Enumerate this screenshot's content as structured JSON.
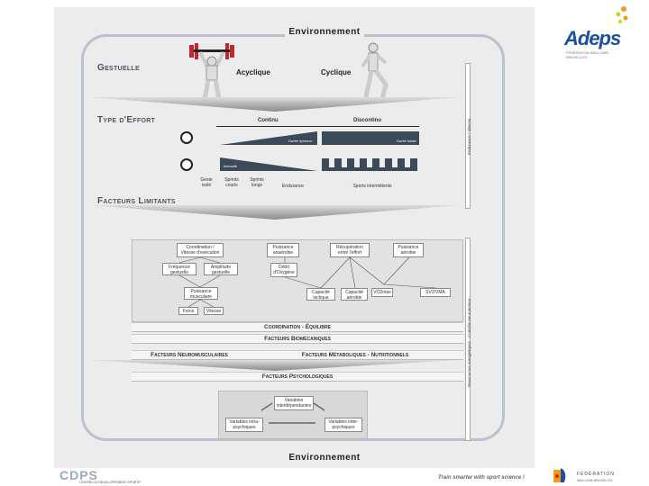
{
  "environment_top": "Environnement",
  "environment_bottom": "Environnement",
  "sections": {
    "gestuelle": "Gestuelle",
    "type_effort": "Type d'Effort",
    "facteurs_limitants": "Facteurs Limitants"
  },
  "gestuelle": {
    "acyclique": "Acyclique",
    "cyclique": "Cyclique"
  },
  "effort": {
    "continu": "Continu",
    "discontinu": "Discontinu",
    "band_top_label": "Durée épreuve",
    "band_top_right": "Durée totale",
    "band_bottom_label": "Intensité",
    "categories": [
      "Geste\nisolé",
      "Sprints\ncourts",
      "Sprints\nlongs",
      "Endurance",
      "Sports intermittents"
    ]
  },
  "limitants": {
    "coordination": "Coordination / Vitesse d'exécution",
    "frequence_gestuelle": "Fréquence gestuelle",
    "amplitude_gestuelle": "Amplitude gestuelle",
    "puissance_musculaire": "Puissance musculaire",
    "force": "Force",
    "vitesse": "Vitesse",
    "puissance_anaerobie": "Puissance anaérobie",
    "debit_oxygene": "Débit d'Oxygène",
    "recuperation": "Récupération entre l'effort",
    "puissance_aerobie": "Puissance aérobie",
    "capacite_lactique": "Capacité lactique",
    "capacite_aerobie": "Capacité aérobie",
    "vo2max": "VO2max",
    "seuil": "SV2/VMA"
  },
  "bars": {
    "coordination_bar": "Coordination - Équilibre",
    "biomecaniques": "Facteurs Biomécaniques",
    "neuromusculaires": "Facteurs Neuromusculaires",
    "metaboliques": "Facteurs Métaboliques - Nutritionnels",
    "psychologiques": "Facteurs Psychologiques"
  },
  "psycho": {
    "interdependantes": "Variables interdépendantes",
    "intra": "Variables intra-psychiques",
    "inter": "Variables inter-psychiques"
  },
  "side_labels": {
    "top": "Endurance / Vitesse",
    "bottom": "Ressources énergétiques - Contrôle neuromoteur"
  },
  "logos": {
    "adeps": "Adeps",
    "adeps_sub": "FÉDÉRATION WALLONIE-BRUXELLES",
    "cdps": "CDPS",
    "federation": "FÉDÉRATION",
    "federation_sub": "WALLONIE-BRUXELLES"
  },
  "footer": {
    "tagline": "Train smarter with sport science !",
    "cdps_sub": "CENTRE DU DÉVELOPPEMENT SPORTIF"
  },
  "colors": {
    "accent": "#3a4a58",
    "adeps_blue": "#1c4fa0",
    "adeps_orange": "#f29a1d",
    "panel": "#ececec"
  }
}
